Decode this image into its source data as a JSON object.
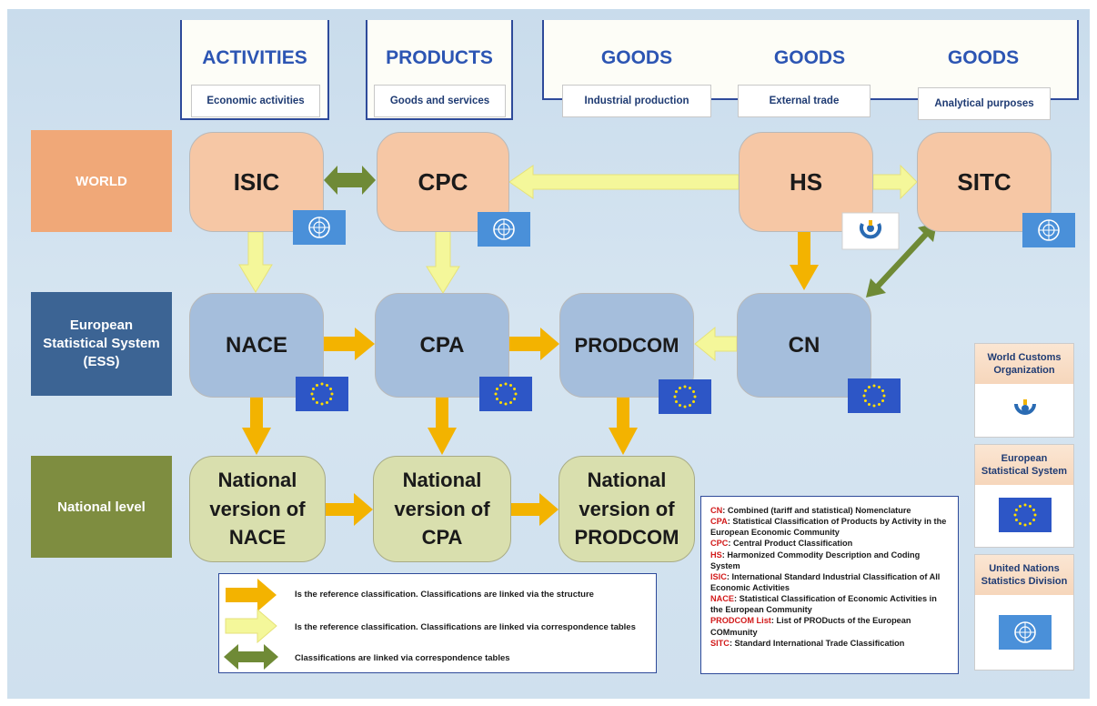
{
  "categories": [
    {
      "title": "ACTIVITIES",
      "subtitle": "Economic activities"
    },
    {
      "title": "PRODUCTS",
      "subtitle": "Goods and services"
    },
    {
      "title": "GOODS",
      "subtitle": "Industrial production"
    },
    {
      "title": "GOODS",
      "subtitle": "External trade"
    },
    {
      "title": "GOODS",
      "subtitle": "Analytical purposes"
    }
  ],
  "rows": {
    "world": "WORLD",
    "ess": "European Statistical System (ESS)",
    "national": "National level"
  },
  "nodes": {
    "isic": "ISIC",
    "cpc": "CPC",
    "hs": "HS",
    "sitc": "SITC",
    "nace": "NACE",
    "cpa": "CPA",
    "prodcom": "PRODCOM",
    "cn": "CN",
    "nat_nace": "National version of NACE",
    "nat_cpa": "National version of CPA",
    "nat_prodcom": "National version of PRODCOM"
  },
  "legend": [
    {
      "arrow": "orange",
      "text": "Is the reference classification. Classifications are linked via the structure"
    },
    {
      "arrow": "yellow",
      "text": "Is the reference classification. Classifications are linked via correspondence tables"
    },
    {
      "arrow": "green-double",
      "text": "Classifications are linked via correspondence tables"
    }
  ],
  "abbreviations": [
    {
      "key": "CN",
      "text": ": Combined (tariff and statistical) Nomenclature"
    },
    {
      "key": "CPA",
      "text": ": Statistical Classification of Products by Activity in the European Economic Community"
    },
    {
      "key": "CPC",
      "text": ": Central Product Classification"
    },
    {
      "key": "HS",
      "text": ": Harmonized Commodity Description and Coding System"
    },
    {
      "key": "ISIC",
      "text": ": International Standard Industrial Classification of All Economic Activities"
    },
    {
      "key": "NACE",
      "text": ": Statistical Classification of Economic Activities in the European Community"
    },
    {
      "key": "PRODCOM List",
      "text": ": List of PRODucts of the European COMmunity"
    },
    {
      "key": "SITC",
      "text": ": Standard International Trade Classification"
    }
  ],
  "organizations": [
    {
      "name": "World Customs Organization",
      "icon": "wco-logo-icon"
    },
    {
      "name": "European Statistical System",
      "icon": "eu-flag-icon"
    },
    {
      "name": "United Nations Statistics Division",
      "icon": "un-flag-icon"
    }
  ],
  "colors": {
    "orange_arrow": "#f3b300",
    "yellow_arrow": "#f4f79a",
    "green_arrow": "#6f8a36",
    "world_node": "#f6c7a5",
    "ess_node": "#a5bedc",
    "national_node": "#d9dfae",
    "world_label": "#f0a878",
    "ess_label": "#3c6494",
    "national_label": "#7e8d40",
    "title_blue": "#2c55b3"
  }
}
